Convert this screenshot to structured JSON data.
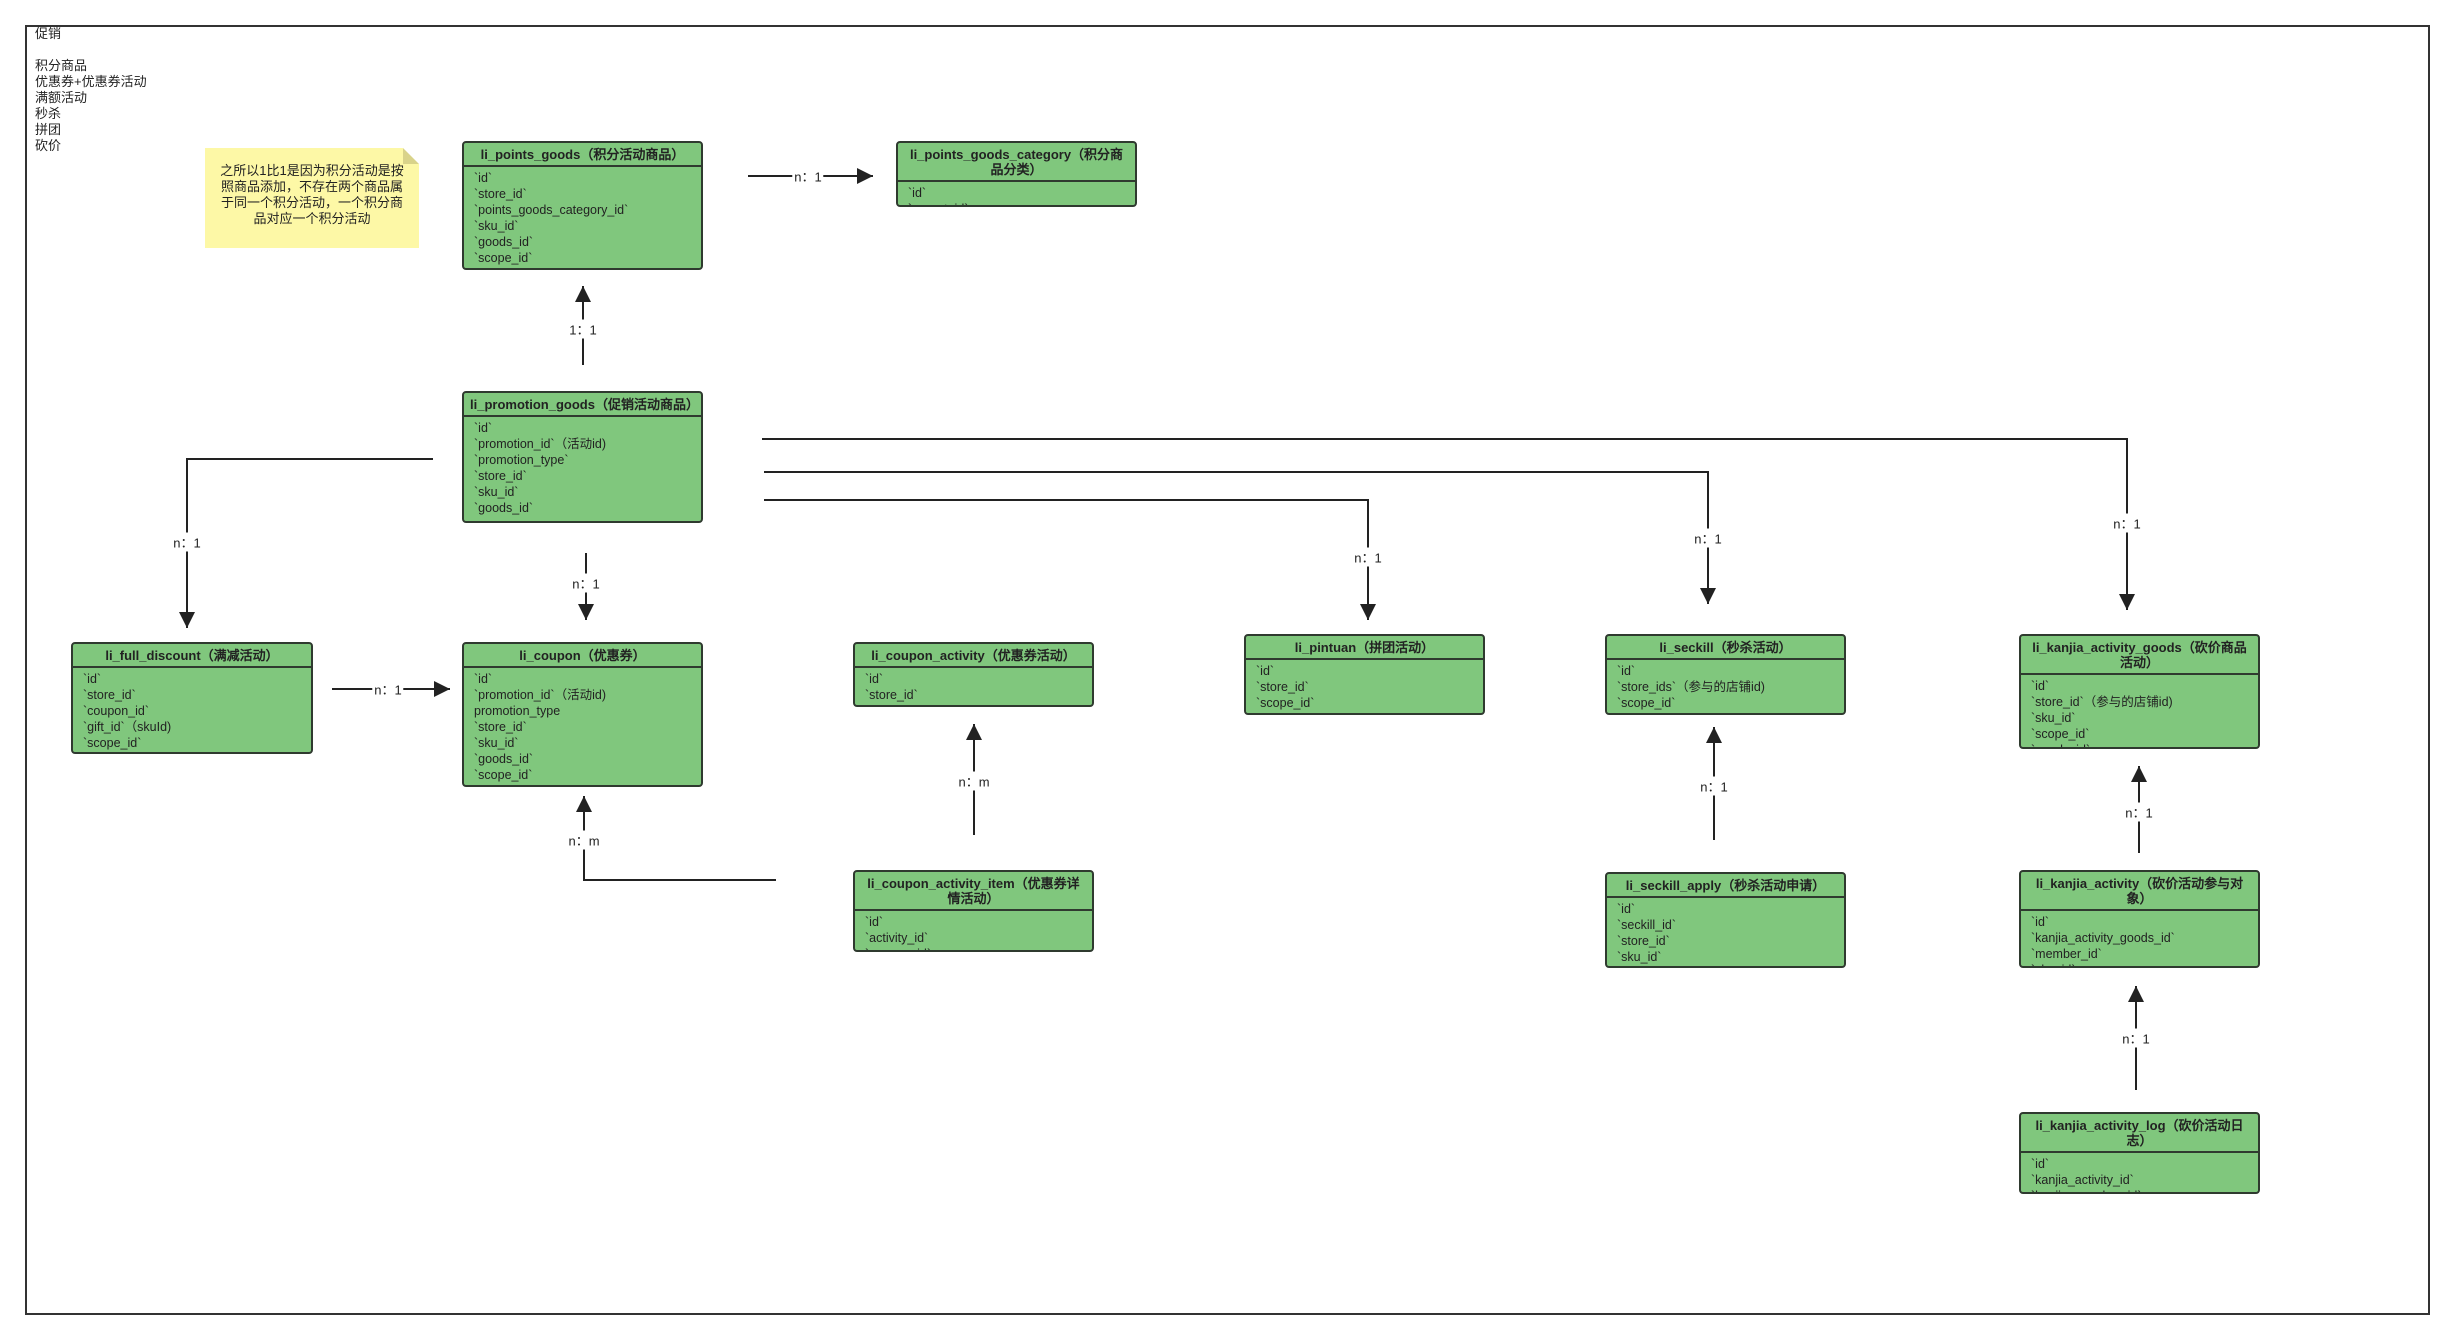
{
  "legend": {
    "title": "促销",
    "items": [
      "积分商品",
      "优惠券+优惠券活动",
      "满额活动",
      "秒杀",
      "拼团",
      "砍价"
    ]
  },
  "note": {
    "lines": [
      "之所以1比1是因为积分活动是按",
      "照商品添加，不存在两个商品属",
      "于同一个积分活动，一个积分商",
      "品对应一个积分活动"
    ]
  },
  "entities": {
    "points_goods": {
      "title": "li_points_goods（积分活动商品）",
      "fields": [
        "`id`",
        "`store_id`",
        "`points_goods_category_id`",
        "`sku_id`",
        "`goods_id`",
        "`scope_id`"
      ]
    },
    "points_goods_category": {
      "title": "li_points_goods_category（积分商品分类）",
      "fields": [
        "`id`",
        "`parent_id`"
      ]
    },
    "promotion_goods": {
      "title": "li_promotion_goods（促销活动商品）",
      "fields": [
        "`id`",
        "`promotion_id`（活动id)",
        "`promotion_type`",
        "`store_id`",
        "`sku_id`",
        "`goods_id`"
      ]
    },
    "full_discount": {
      "title": "li_full_discount（满减活动）",
      "fields": [
        "`id`",
        "`store_id`",
        "`coupon_id`",
        "`gift_id`（skuId)",
        "`scope_id`"
      ]
    },
    "coupon": {
      "title": "li_coupon（优惠券）",
      "fields": [
        "`id`",
        "`promotion_id`（活动id)",
        "promotion_type",
        "`store_id`",
        "`sku_id`",
        "`goods_id`",
        "`scope_id`"
      ]
    },
    "coupon_activity": {
      "title": "li_coupon_activity（优惠券活动）",
      "fields": [
        "`id`",
        "`store_id`"
      ]
    },
    "coupon_activity_item": {
      "title": "li_coupon_activity_item（优惠券详情活动）",
      "fields": [
        "`id`",
        "`activity_id`",
        "`coupon_id`"
      ]
    },
    "pintuan": {
      "title": "li_pintuan（拼团活动）",
      "fields": [
        "`id`",
        "`store_id`",
        "`scope_id`"
      ]
    },
    "seckill": {
      "title": "li_seckill（秒杀活动）",
      "fields": [
        "`id`",
        "`store_ids`（参与的店铺id)",
        "`scope_id`"
      ]
    },
    "seckill_apply": {
      "title": "li_seckill_apply（秒杀活动申请）",
      "fields": [
        "`id`",
        "`seckill_id`",
        "`store_id`",
        "`sku_id`"
      ]
    },
    "kanjia_activity_goods": {
      "title": "li_kanjia_activity_goods（砍价商品活动）",
      "fields": [
        "`id`",
        "`store_id`（参与的店铺id)",
        "`sku_id`",
        "`scope_id`",
        "`goods_id`"
      ]
    },
    "kanjia_activity": {
      "title": "li_kanjia_activity（砍价活动参与对象）",
      "fields": [
        "`id`",
        "`kanjia_activity_goods_id`",
        "`member_id`",
        "`sku_id`"
      ]
    },
    "kanjia_activity_log": {
      "title": "li_kanjia_activity_log（砍价活动日志）",
      "fields": [
        "`id`",
        "`kanjia_activity_id`",
        "`kanjia_member_id`"
      ]
    }
  },
  "relations": {
    "points_to_category": "n：1",
    "promo_to_points": "1：1",
    "promo_to_full_discount": "n：1",
    "promo_to_coupon": "n：1",
    "full_discount_to_coupon": "n：1",
    "item_to_coupon": "n：m",
    "item_to_coupon_activity": "n：m",
    "promo_to_pintuan": "n：1",
    "promo_to_seckill": "n：1",
    "promo_to_kanjia_goods": "n：1",
    "apply_to_seckill": "n：1",
    "kanjia_to_goods": "n：1",
    "log_to_kanjia": "n：1"
  }
}
